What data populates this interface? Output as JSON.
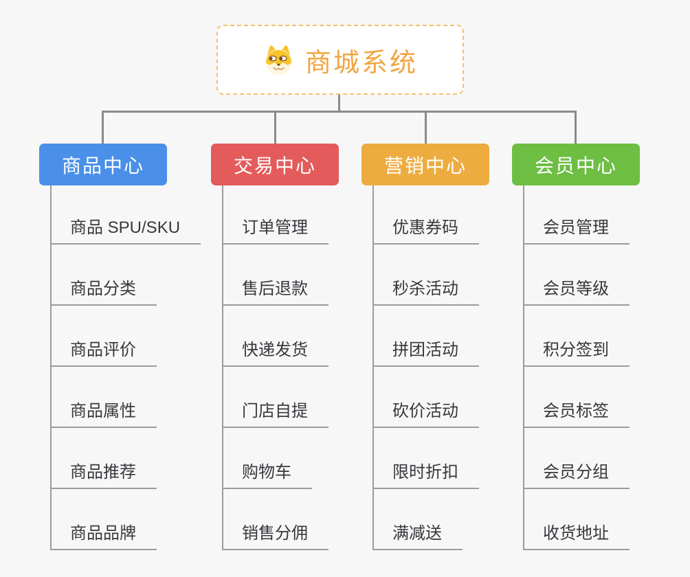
{
  "root": {
    "title": "商城系统",
    "icon": "doge-icon"
  },
  "branches": [
    {
      "label": "商品中心",
      "color": "#4a90e8",
      "items": [
        "商品 SPU/SKU",
        "商品分类",
        "商品评价",
        "商品属性",
        "商品推荐",
        "商品品牌"
      ]
    },
    {
      "label": "交易中心",
      "color": "#e45b5b",
      "items": [
        "订单管理",
        "售后退款",
        "快递发货",
        "门店自提",
        "购物车",
        "销售分佣"
      ]
    },
    {
      "label": "营销中心",
      "color": "#edac40",
      "items": [
        "优惠券码",
        "秒杀活动",
        "拼团活动",
        "砍价活动",
        "限时折扣",
        "满减送"
      ]
    },
    {
      "label": "会员中心",
      "color": "#6ebe44",
      "items": [
        "会员管理",
        "会员等级",
        "积分签到",
        "会员标签",
        "会员分组",
        "收货地址"
      ]
    }
  ],
  "palette": {
    "background": "#f7f7f7",
    "connector": "#8a8a8a",
    "leaf_line": "#9b9b9b",
    "leaf_text": "#36383c",
    "root_border": "#f4c06b",
    "root_text": "#f0a642"
  }
}
